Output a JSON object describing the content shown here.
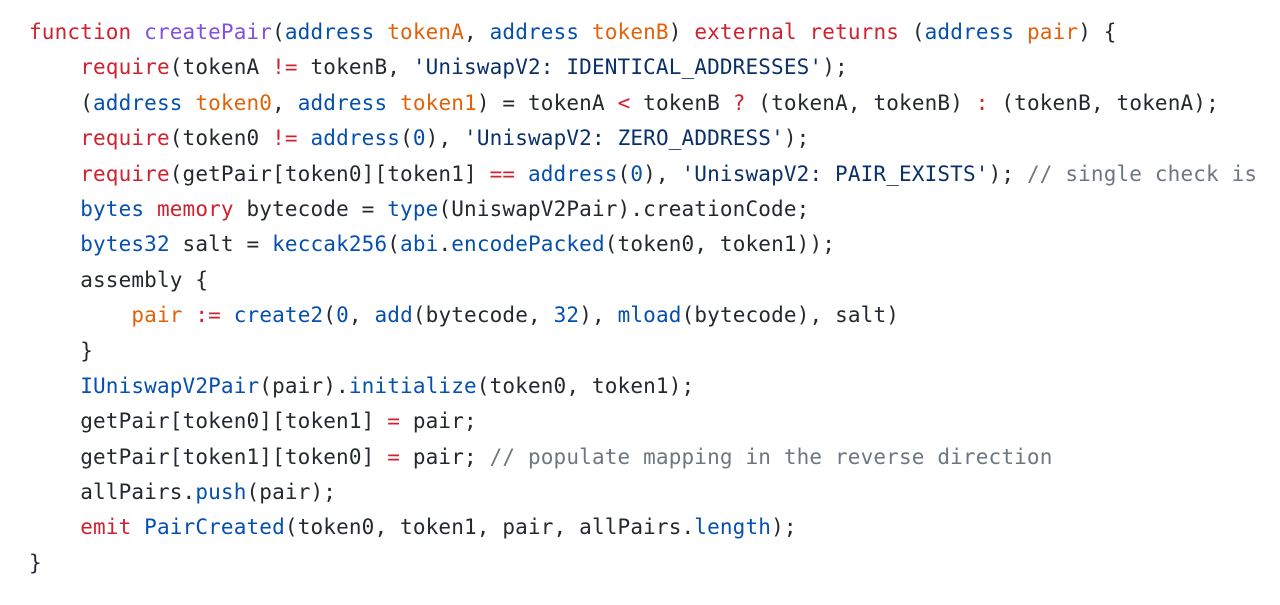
{
  "editor": {
    "language": "solidity",
    "colors": {
      "background": "#ffffff",
      "plain": "#24292f",
      "kw": "#cf222e",
      "fn": "#8250df",
      "type": "#0550ae",
      "var": "#e36209",
      "str": "#0a3069",
      "cm": "#6e7781"
    },
    "lines": [
      {
        "indent": "",
        "tokens": [
          {
            "c": "kw",
            "t": "function"
          },
          {
            "c": "plain",
            "t": " "
          },
          {
            "c": "fn",
            "t": "createPair"
          },
          {
            "c": "plain",
            "t": "("
          },
          {
            "c": "type",
            "t": "address"
          },
          {
            "c": "plain",
            "t": " "
          },
          {
            "c": "var",
            "t": "tokenA"
          },
          {
            "c": "plain",
            "t": ", "
          },
          {
            "c": "type",
            "t": "address"
          },
          {
            "c": "plain",
            "t": " "
          },
          {
            "c": "var",
            "t": "tokenB"
          },
          {
            "c": "plain",
            "t": ") "
          },
          {
            "c": "kw",
            "t": "external"
          },
          {
            "c": "plain",
            "t": " "
          },
          {
            "c": "kw",
            "t": "returns"
          },
          {
            "c": "plain",
            "t": " ("
          },
          {
            "c": "type",
            "t": "address"
          },
          {
            "c": "plain",
            "t": " "
          },
          {
            "c": "var",
            "t": "pair"
          },
          {
            "c": "plain",
            "t": ") {"
          }
        ]
      },
      {
        "indent": "    ",
        "tokens": [
          {
            "c": "kw",
            "t": "require"
          },
          {
            "c": "plain",
            "t": "(tokenA "
          },
          {
            "c": "kw",
            "t": "!="
          },
          {
            "c": "plain",
            "t": " tokenB, "
          },
          {
            "c": "str",
            "t": "'UniswapV2: IDENTICAL_ADDRESSES'"
          },
          {
            "c": "plain",
            "t": ");"
          }
        ]
      },
      {
        "indent": "    ",
        "tokens": [
          {
            "c": "plain",
            "t": "("
          },
          {
            "c": "type",
            "t": "address"
          },
          {
            "c": "plain",
            "t": " "
          },
          {
            "c": "var",
            "t": "token0"
          },
          {
            "c": "plain",
            "t": ", "
          },
          {
            "c": "type",
            "t": "address"
          },
          {
            "c": "plain",
            "t": " "
          },
          {
            "c": "var",
            "t": "token1"
          },
          {
            "c": "plain",
            "t": ") = tokenA "
          },
          {
            "c": "kw",
            "t": "<"
          },
          {
            "c": "plain",
            "t": " tokenB "
          },
          {
            "c": "kw",
            "t": "?"
          },
          {
            "c": "plain",
            "t": " (tokenA, tokenB) "
          },
          {
            "c": "kw",
            "t": ":"
          },
          {
            "c": "plain",
            "t": " (tokenB, tokenA);"
          }
        ]
      },
      {
        "indent": "    ",
        "tokens": [
          {
            "c": "kw",
            "t": "require"
          },
          {
            "c": "plain",
            "t": "(token0 "
          },
          {
            "c": "kw",
            "t": "!="
          },
          {
            "c": "plain",
            "t": " "
          },
          {
            "c": "type",
            "t": "address"
          },
          {
            "c": "plain",
            "t": "("
          },
          {
            "c": "type",
            "t": "0"
          },
          {
            "c": "plain",
            "t": "), "
          },
          {
            "c": "str",
            "t": "'UniswapV2: ZERO_ADDRESS'"
          },
          {
            "c": "plain",
            "t": ");"
          }
        ]
      },
      {
        "indent": "    ",
        "tokens": [
          {
            "c": "kw",
            "t": "require"
          },
          {
            "c": "plain",
            "t": "(getPair[token0][token1] "
          },
          {
            "c": "kw",
            "t": "=="
          },
          {
            "c": "plain",
            "t": " "
          },
          {
            "c": "type",
            "t": "address"
          },
          {
            "c": "plain",
            "t": "("
          },
          {
            "c": "type",
            "t": "0"
          },
          {
            "c": "plain",
            "t": "), "
          },
          {
            "c": "str",
            "t": "'UniswapV2: PAIR_EXISTS'"
          },
          {
            "c": "plain",
            "t": "); "
          },
          {
            "c": "cm",
            "t": "// single check is"
          }
        ]
      },
      {
        "indent": "    ",
        "tokens": [
          {
            "c": "type",
            "t": "bytes"
          },
          {
            "c": "plain",
            "t": " "
          },
          {
            "c": "kw",
            "t": "memory"
          },
          {
            "c": "plain",
            "t": " bytecode = "
          },
          {
            "c": "type",
            "t": "type"
          },
          {
            "c": "plain",
            "t": "(UniswapV2Pair).creationCode;"
          }
        ]
      },
      {
        "indent": "    ",
        "tokens": [
          {
            "c": "type",
            "t": "bytes32"
          },
          {
            "c": "plain",
            "t": " salt = "
          },
          {
            "c": "type",
            "t": "keccak256"
          },
          {
            "c": "plain",
            "t": "("
          },
          {
            "c": "type",
            "t": "abi"
          },
          {
            "c": "plain",
            "t": "."
          },
          {
            "c": "type",
            "t": "encodePacked"
          },
          {
            "c": "plain",
            "t": "(token0, token1));"
          }
        ]
      },
      {
        "indent": "    ",
        "tokens": [
          {
            "c": "plain",
            "t": "assembly {"
          }
        ]
      },
      {
        "indent": "        ",
        "tokens": [
          {
            "c": "var",
            "t": "pair"
          },
          {
            "c": "plain",
            "t": " "
          },
          {
            "c": "kw",
            "t": ":="
          },
          {
            "c": "plain",
            "t": " "
          },
          {
            "c": "type",
            "t": "create2"
          },
          {
            "c": "plain",
            "t": "("
          },
          {
            "c": "type",
            "t": "0"
          },
          {
            "c": "plain",
            "t": ", "
          },
          {
            "c": "type",
            "t": "add"
          },
          {
            "c": "plain",
            "t": "(bytecode, "
          },
          {
            "c": "type",
            "t": "32"
          },
          {
            "c": "plain",
            "t": "), "
          },
          {
            "c": "type",
            "t": "mload"
          },
          {
            "c": "plain",
            "t": "(bytecode), salt)"
          }
        ]
      },
      {
        "indent": "    ",
        "tokens": [
          {
            "c": "plain",
            "t": "}"
          }
        ]
      },
      {
        "indent": "    ",
        "tokens": [
          {
            "c": "type",
            "t": "IUniswapV2Pair"
          },
          {
            "c": "plain",
            "t": "(pair)."
          },
          {
            "c": "type",
            "t": "initialize"
          },
          {
            "c": "plain",
            "t": "(token0, token1);"
          }
        ]
      },
      {
        "indent": "    ",
        "tokens": [
          {
            "c": "plain",
            "t": "getPair[token0][token1] "
          },
          {
            "c": "kw",
            "t": "="
          },
          {
            "c": "plain",
            "t": " pair;"
          }
        ]
      },
      {
        "indent": "    ",
        "tokens": [
          {
            "c": "plain",
            "t": "getPair[token1][token0] "
          },
          {
            "c": "kw",
            "t": "="
          },
          {
            "c": "plain",
            "t": " pair; "
          },
          {
            "c": "cm",
            "t": "// populate mapping in the reverse direction"
          }
        ]
      },
      {
        "indent": "    ",
        "tokens": [
          {
            "c": "plain",
            "t": "allPairs."
          },
          {
            "c": "type",
            "t": "push"
          },
          {
            "c": "plain",
            "t": "(pair);"
          }
        ]
      },
      {
        "indent": "    ",
        "tokens": [
          {
            "c": "kw",
            "t": "emit"
          },
          {
            "c": "plain",
            "t": " "
          },
          {
            "c": "type",
            "t": "PairCreated"
          },
          {
            "c": "plain",
            "t": "(token0, token1, pair, allPairs."
          },
          {
            "c": "type",
            "t": "length"
          },
          {
            "c": "plain",
            "t": ");"
          }
        ]
      },
      {
        "indent": "",
        "tokens": [
          {
            "c": "plain",
            "t": "}"
          }
        ]
      }
    ]
  }
}
